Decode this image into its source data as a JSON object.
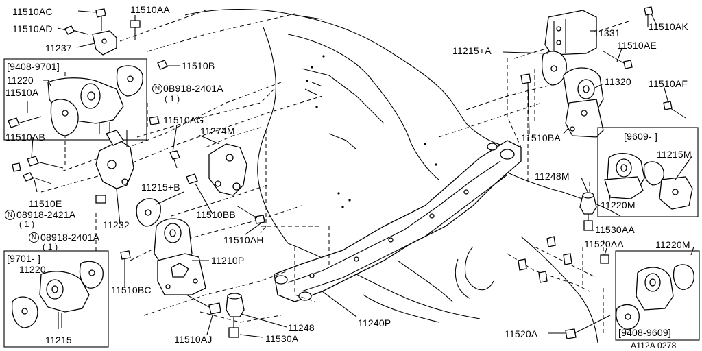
{
  "diagram": {
    "reference": "A112A 0278",
    "note_symbol": "N",
    "labels": {
      "p11510AC": "11510AC",
      "p11510AD": "11510AD",
      "p11237": "11237",
      "p11510AA": "11510AA",
      "range_9408_9701": "[9408-9701]",
      "p11220_a": "11220",
      "p11510B": "11510B",
      "p0B918_2401A_a": "0B918-2401A",
      "qty_1_a": "( 1 )",
      "p11510A": "11510A",
      "p11510AB": "11510AB",
      "p11510AG": "11510AG",
      "p11274M": "11274M",
      "p11510E": "11510E",
      "p08918_2421A": "08918-2421A",
      "qty_1_b": "( 1 )",
      "p08918_2401A_b": "08918-2401A",
      "qty_1_c": "( 1 )",
      "p11215_B": "11215+B",
      "p11232": "11232",
      "p11510BB": "11510BB",
      "p11510AH": "11510AH",
      "range_9701": "[9701-     ]",
      "p11220_b": "11220",
      "p11215": "11215",
      "p11210P": "11210P",
      "p11510BC": "11510BC",
      "p11510AJ": "11510AJ",
      "p11530A": "11530A",
      "p11248": "11248",
      "p11240P": "11240P",
      "p11331": "11331",
      "p11510AK": "11510AK",
      "p11215_A": "11215+A",
      "p11510AE": "11510AE",
      "p11320": "11320",
      "p11510AF": "11510AF",
      "p11510BA": "11510BA",
      "range_9609": "[9609-      ]",
      "p11215M": "11215M",
      "p11220M_a": "11220M",
      "p11248M": "11248M",
      "p11530AA": "11530AA",
      "p11520AA": "11520AA",
      "p11220M_b": "11220M",
      "p11520A": "11520A",
      "range_9408_9609": "[9408-9609]"
    }
  }
}
